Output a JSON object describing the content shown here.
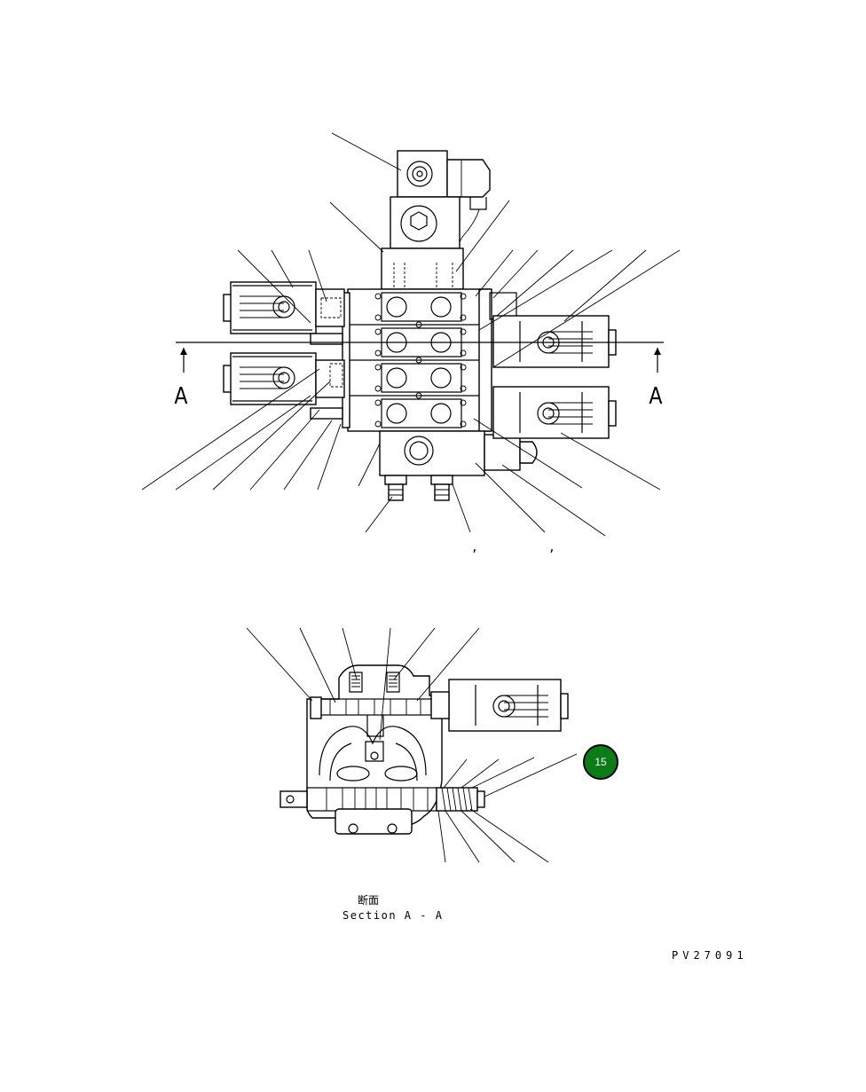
{
  "labels": {
    "section_mark_left": "A",
    "section_mark_right": "A",
    "caption_jp": "断面",
    "caption_en": "Section A - A",
    "drawing_number": "PV27091",
    "comma_1": ",",
    "comma_2": ","
  },
  "callout": {
    "number": "15",
    "color": "#0b7d16"
  }
}
